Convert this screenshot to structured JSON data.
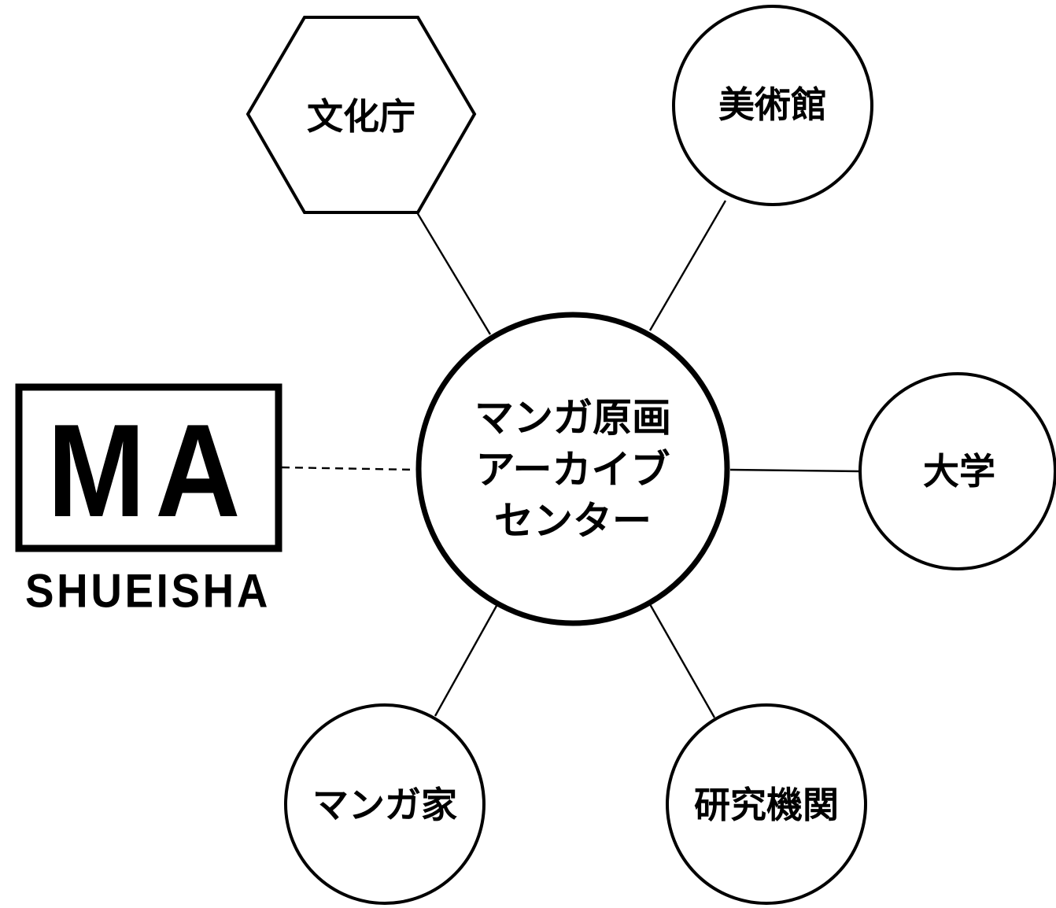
{
  "hub": {
    "lines": [
      "マンガ原画",
      "アーカイブ",
      "センター"
    ]
  },
  "nodes": {
    "bunkacho": "文化庁",
    "museum": "美術館",
    "university": "大学",
    "research": "研究機関",
    "artist": "マンガ家"
  },
  "logo": {
    "mark": "MA",
    "wordmark": "SHUEISHA"
  }
}
